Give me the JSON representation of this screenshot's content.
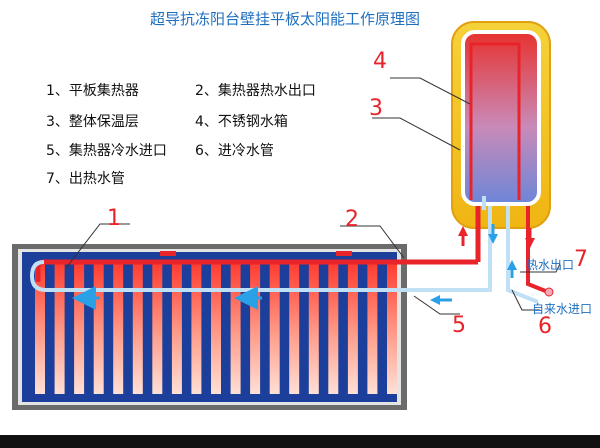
{
  "title": "超导抗冻阳台壁挂平板太阳能工作原理图",
  "legend": [
    "1、平板集热器",
    "2、集热器热水出口",
    "3、整体保温层",
    "4、不锈钢水箱",
    "5、集热器冷水进口",
    "6、进冷水管",
    "7、出热水管"
  ],
  "callouts": [
    "1",
    "2",
    "3",
    "4",
    "5",
    "6",
    "7"
  ],
  "labels": {
    "hot_out": "热水出口",
    "cold_in": "自来水进口"
  },
  "colors": {
    "hot": "#e8232a",
    "cold": "#9fd0f0",
    "panel_blue": "#1b3f9a",
    "insulation": "#f2c41a",
    "callout": "#e8232a",
    "title": "#1f6fc0"
  }
}
